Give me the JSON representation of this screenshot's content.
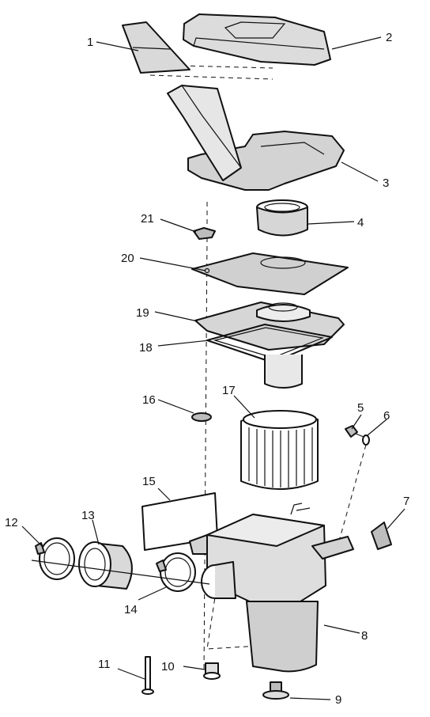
{
  "labels": {
    "p1": "1",
    "p2": "2",
    "p3": "3",
    "p4": "4",
    "p5": "5",
    "p6": "6",
    "p7": "7",
    "p8": "8",
    "p9": "9",
    "p10": "10",
    "p11": "11",
    "p12": "12",
    "p13": "13",
    "p14": "14",
    "p15": "15",
    "p16": "16",
    "p17": "17",
    "p18": "18",
    "p19": "19",
    "p20": "20",
    "p21": "21"
  },
  "colors": {
    "ink": "#111111",
    "paper": "#ffffff",
    "shade": "#cfcfcf"
  }
}
